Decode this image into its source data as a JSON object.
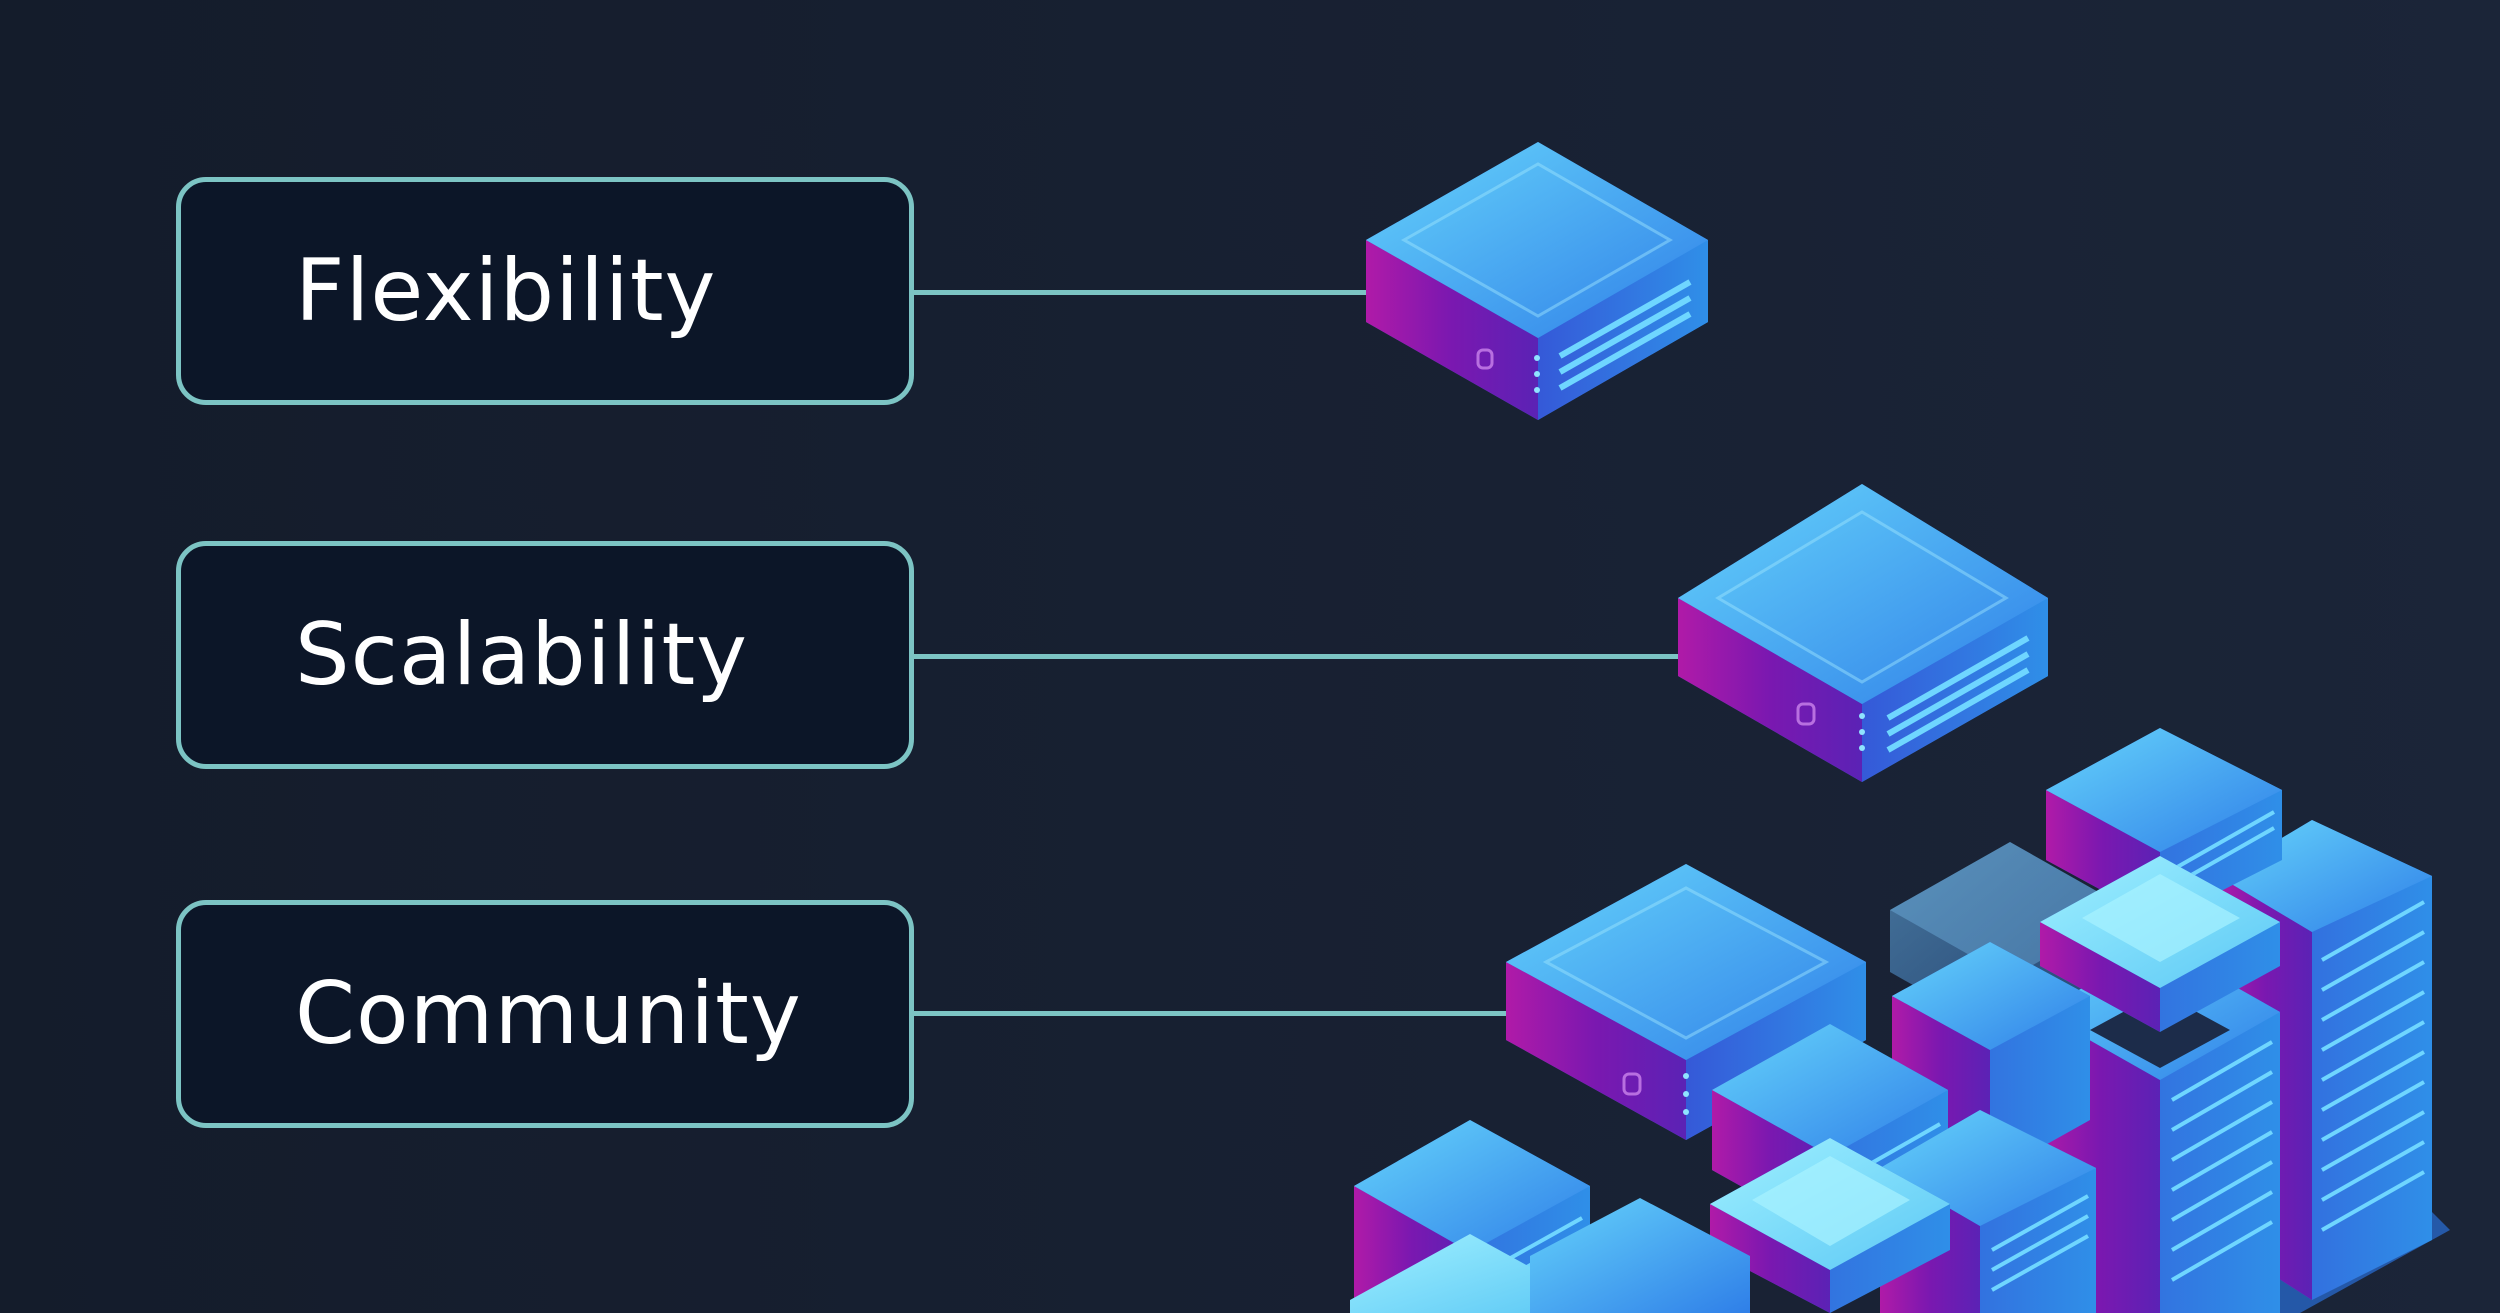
{
  "items": [
    {
      "label": "Flexibility"
    },
    {
      "label": "Scalability"
    },
    {
      "label": "Community"
    }
  ],
  "colors": {
    "background": "#161f30",
    "box_fill": "#0c1628",
    "box_border": "#7cc4c4",
    "connector": "#7cc4c4",
    "server_top": "#4aa8f0",
    "server_side": "#8a1fb8"
  },
  "icons": [
    "server-icon",
    "server-cluster-icon"
  ]
}
